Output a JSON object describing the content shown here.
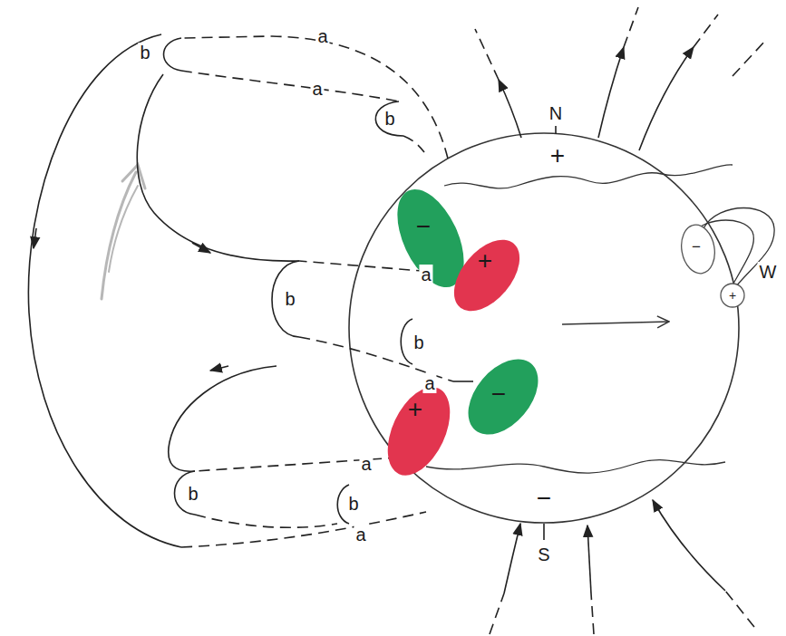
{
  "diagram": {
    "nodes": [
      {
        "text": [
          "−"
        ]
      },
      {
        "text": [
          "+"
        ]
      },
      {
        "text": [
          "−"
        ]
      },
      {
        "text": [
          "+"
        ]
      },
      {
        "text": [
          "−"
        ]
      },
      {
        "text": [
          "+"
        ]
      }
    ],
    "labels": [
      "a",
      "b",
      "a",
      "N",
      "b",
      "+",
      "a",
      "b",
      "W",
      "b",
      "a",
      "a",
      "b",
      "b",
      "−",
      "a",
      "S"
    ]
  }
}
